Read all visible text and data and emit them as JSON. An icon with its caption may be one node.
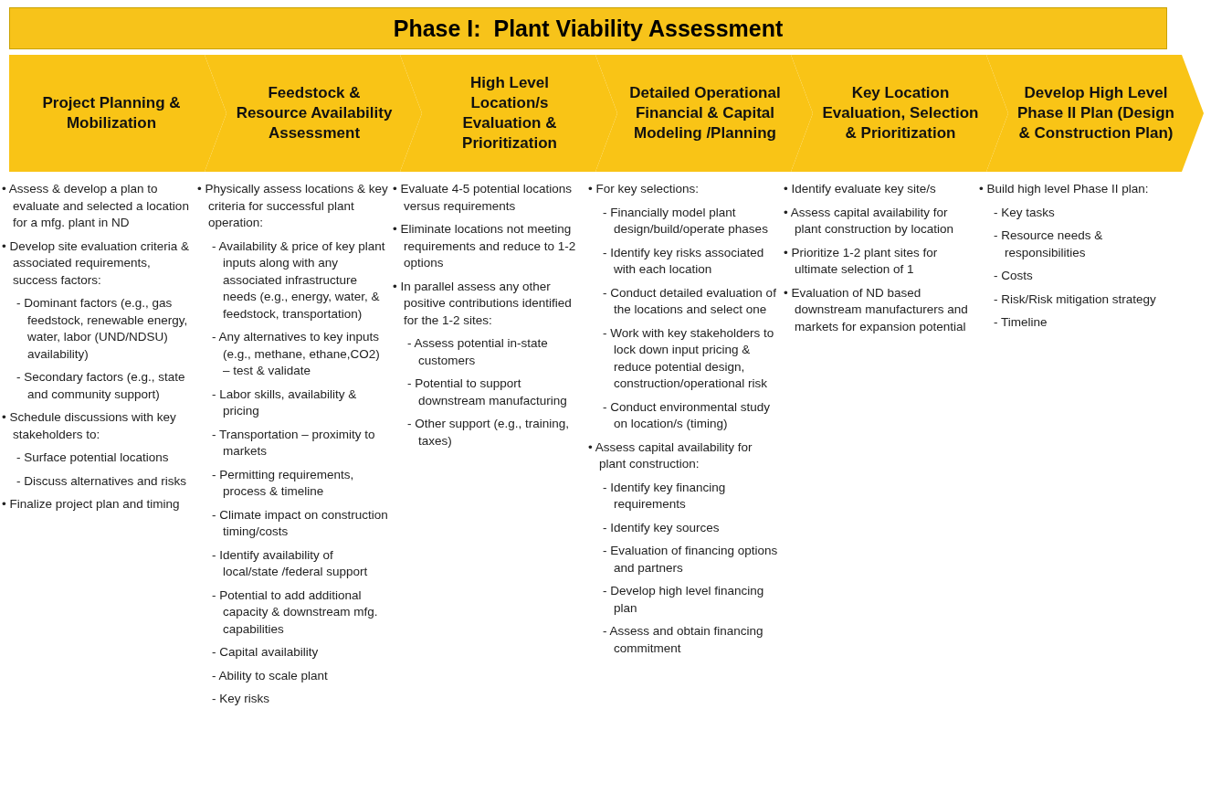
{
  "diagram": {
    "title": "Phase I:  Plant Viability Assessment",
    "nodes": [
      {
        "text": [
          "Project Planning & Mobilization"
        ],
        "beside": [
          "• Assess & develop a plan to evaluate and selected a location for a mfg. plant in ND",
          "• Develop site evaluation criteria & associated requirements, success factors:",
          "- Dominant factors (e.g., gas feedstock, renewable energy, water, labor (UND/NDSU) availability)",
          "- Secondary factors (e.g., state and community support)",
          "• Schedule discussions with key stakeholders to:",
          "- Surface potential locations",
          "- Discuss alternatives and risks",
          "• Finalize project plan and timing"
        ]
      },
      {
        "text": [
          "Feedstock & Resource Availability Assessment"
        ],
        "beside": [
          "• Physically assess locations & key criteria for successful plant operation:",
          "- Availability & price of key plant inputs along with any associated infrastructure needs (e.g., energy, water, & feedstock, transportation)",
          "- Any alternatives to key inputs (e.g., methane, ethane,CO2) – test & validate",
          "- Labor skills, availability & pricing",
          "- Transportation – proximity to markets",
          "- Permitting requirements, process & timeline",
          "- Climate impact on construction timing/costs",
          "- Identify availability of local/state /federal support",
          "- Potential to add additional capacity & downstream mfg. capabilities",
          "- Capital availability",
          "- Ability to scale plant",
          "- Key risks"
        ]
      },
      {
        "text": [
          "High Level Location/s Evaluation & Prioritization"
        ],
        "beside": [
          "• Evaluate 4-5 potential locations versus requirements",
          "• Eliminate locations not meeting requirements and reduce to 1-2 options",
          "• In parallel assess any other positive contributions identified for the 1-2 sites:",
          "- Assess potential in-state customers",
          "- Potential to support downstream manufacturing",
          "- Other support (e.g., training, taxes)"
        ]
      },
      {
        "text": [
          "Detailed Operational Financial & Capital Modeling /Planning"
        ],
        "beside": [
          "• For key selections:",
          "- Financially model plant design/build/operate phases",
          "- Identify key risks associated with each location",
          "- Conduct detailed evaluation of the locations and select one",
          "- Work with key stakeholders to lock down input pricing & reduce potential design, construction/operational risk",
          "- Conduct environmental study on location/s (timing)",
          "• Assess capital availability for plant construction:",
          "- Identify key financing requirements",
          "- Identify key sources",
          "- Evaluation of financing options and partners",
          "- Develop high level financing plan",
          "- Assess and obtain financing commitment"
        ]
      },
      {
        "text": [
          "Key Location Evaluation, Selection & Prioritization"
        ],
        "beside": [
          "• Identify evaluate key site/s",
          "• Assess capital availability for plant construction by location",
          "• Prioritize 1-2 plant sites for ultimate selection of 1",
          "• Evaluation of ND based downstream manufacturers and markets for expansion potential"
        ]
      },
      {
        "text": [
          "Develop High Level Phase II Plan (Design & Construction Plan)"
        ],
        "beside": [
          "• Build high level Phase II plan:",
          "- Key tasks",
          "- Resource needs & responsibilities",
          "- Costs",
          "- Risk/Risk mitigation strategy",
          "- Timeline"
        ]
      }
    ]
  }
}
